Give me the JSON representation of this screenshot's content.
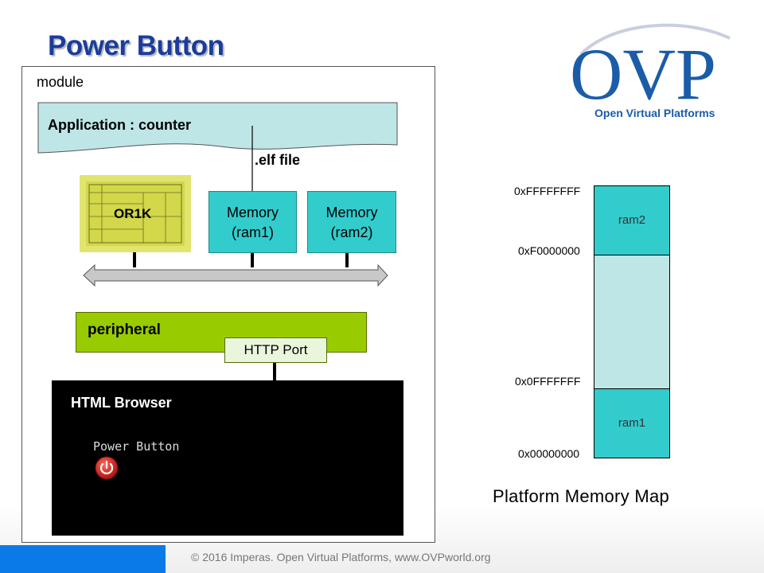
{
  "slide": {
    "title": "Power Button"
  },
  "diagram": {
    "module_label": "module",
    "application_label": "Application : counter",
    "elf_label": ".elf file",
    "cpu_label": "OR1K",
    "memory_boxes": [
      {
        "line1": "Memory",
        "line2": "(ram1)"
      },
      {
        "line1": "Memory",
        "line2": "(ram2)"
      }
    ],
    "peripheral_label": "peripheral",
    "http_port_label": "HTTP Port",
    "browser": {
      "label": "HTML Browser",
      "power_button_label": "Power Button",
      "power_icon": "power-icon"
    }
  },
  "logo": {
    "text": "OVP",
    "subtitle": "Open Virtual Platforms"
  },
  "memory_map": {
    "title": "Platform Memory Map",
    "addresses": {
      "top": "0xFFFFFFFF",
      "ram2_start": "0xF0000000",
      "ram1_end": "0x0FFFFFFF",
      "bottom": "0x00000000"
    },
    "segments": {
      "ram2": "ram2",
      "ram1": "ram1"
    }
  },
  "footer": {
    "text": "© 2016 Imperas.    Open Virtual Platforms, www.OVPworld.org"
  },
  "colors": {
    "title": "#1b3c9c",
    "memory": "#33cccc",
    "cpu": "#e1e46f",
    "peripheral": "#99cc00",
    "footer_bar": "#0a7ae8",
    "logo": "#1b5ca8"
  }
}
